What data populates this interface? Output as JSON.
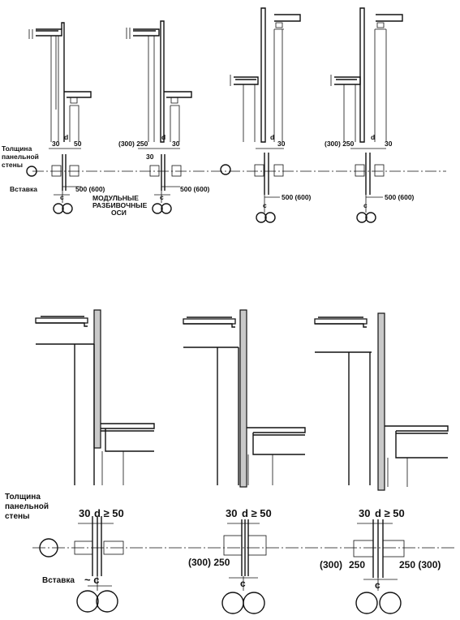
{
  "labels": {
    "wall_thickness_small": [
      "Толщина",
      "панельной",
      "стены"
    ],
    "insert_small": "Вставка",
    "modular_axes": [
      "МОДУЛЬНЫЕ",
      "РАЗБИВОЧНЫЕ",
      "ОСИ"
    ],
    "wall_thickness_large": [
      "Толщина",
      "панельной",
      "стены"
    ],
    "insert_large": "Вставка"
  },
  "dims": {
    "d30": "30",
    "d50": "50",
    "d": "d",
    "c": "c",
    "p300_250": "(300) 250",
    "p500_600": "500 (600)",
    "ge50": "d ≥ 50",
    "p300": "(300)",
    "p250": "250",
    "p250_300": "250 (300)",
    "tilde_c": "~ c"
  },
  "colors": {
    "ink": "#111111",
    "hatch": "#c9c9c9",
    "paper": "#ffffff"
  }
}
